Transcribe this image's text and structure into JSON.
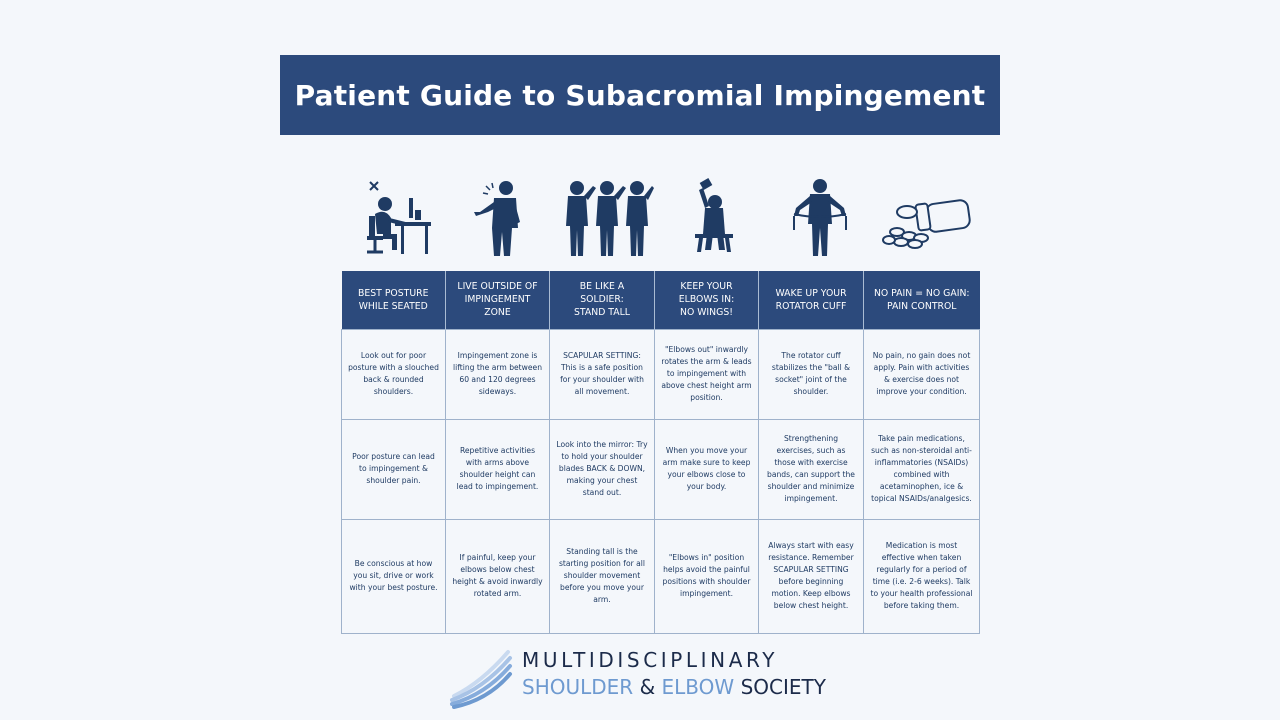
{
  "title": "Patient Guide to Subacromial Impingement",
  "icons": [
    "desk-posture-icon",
    "arm-pain-icon",
    "soldiers-saluting-icon",
    "weightlifting-icon",
    "resistance-band-icon",
    "pill-bottle-icon"
  ],
  "table": {
    "headers": [
      "BEST POSTURE\nWHILE SEATED",
      "LIVE OUTSIDE OF\nIMPINGEMENT\nZONE",
      "BE LIKE A\nSOLDIER:\nSTAND TALL",
      "KEEP YOUR\nELBOWS IN:\nNO WINGS!",
      "WAKE UP YOUR\nROTATOR CUFF",
      "NO PAIN = NO GAIN:\nPAIN CONTROL"
    ],
    "rows": [
      [
        "Look out for poor posture with a slouched back & rounded shoulders.",
        "Impingement zone is lifting the arm between 60 and 120 degrees sideways.",
        "SCAPULAR SETTING: This is a safe position for your shoulder with all movement.",
        "\"Elbows out\" inwardly rotates the arm & leads to impingement with above chest height arm position.",
        "The rotator cuff stabilizes the \"ball & socket\" joint of the shoulder.",
        "No pain, no gain does not apply. Pain with activities & exercise does not improve your condition."
      ],
      [
        "Poor posture can lead to impingement & shoulder pain.",
        "Repetitive activities with arms above shoulder height can lead to impingement.",
        "Look into the mirror: Try to hold your shoulder blades BACK & DOWN, making your chest stand out.",
        "When you move your arm make sure to keep your elbows close to your body.",
        "Strengthening exercises, such as those with exercise bands, can support the shoulder and minimize impingement.",
        "Take pain medications, such as non-steroidal anti-inflammatories (NSAIDs) combined with acetaminophen, ice & topical NSAIDs/analgesics."
      ],
      [
        "Be conscious at how you sit, drive or work with your best posture.",
        "If painful, keep your elbows below chest height & avoid inwardly rotated arm.",
        "Standing tall is the starting position for all shoulder movement before you move your arm.",
        "\"Elbows in\" position helps avoid the painful positions with shoulder impingement.",
        "Always start with easy resistance. Remember SCAPULAR SETTING before beginning motion. Keep elbows below chest height.",
        "Medication is most effective when taken regularly for a period of time (i.e. 2-6 weeks). Talk to your health professional before taking them."
      ]
    ]
  },
  "logo": {
    "line1": "MULTIDISCIPLINARY",
    "line2_part1": "SHOULDER",
    "line2_part2": "&",
    "line2_part3": "ELBOW",
    "line2_part4": "SOCIETY"
  },
  "colors": {
    "navy": "#2c4a7c",
    "background": "#f4f7fb",
    "logo_light_blue": "#6e9ad0",
    "logo_dark": "#1c2b4a"
  }
}
